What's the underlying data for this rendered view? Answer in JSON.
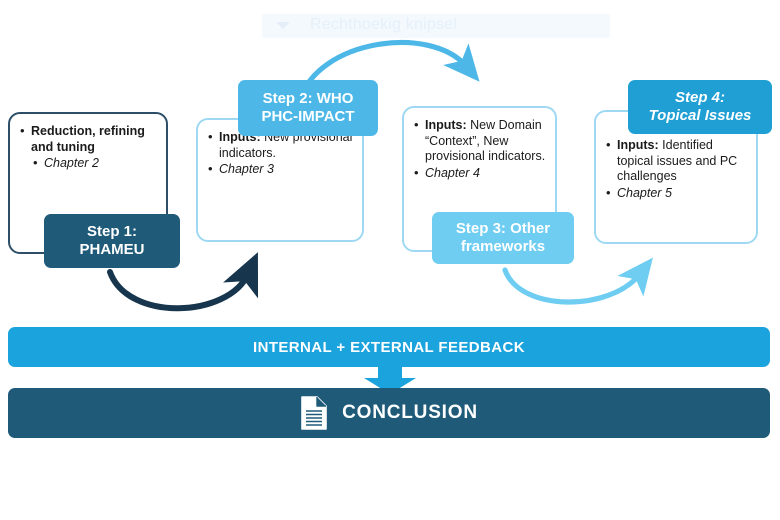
{
  "ghost": {
    "label": "Rechthoekig knipsel",
    "caret_icon": "chevron-down-icon"
  },
  "colors": {
    "dark_navy": "#215a76",
    "step1_badge": "#1f5b79",
    "step2_badge": "#4db8e8",
    "step3_badge": "#6fcdf2",
    "step4_badge": "#1f9fd4",
    "bar_feedback": "#1ba3dd",
    "bar_conclusion": "#1f5b79",
    "arrow_dark": "#17364d",
    "arrow_mid": "#4db8e8",
    "arrow_light": "#6fcdf2",
    "border_dark": "#2d4f68",
    "border_light": "#9ed8f3"
  },
  "boxes": [
    {
      "name": "box-step-1",
      "border": "dark",
      "items": [
        {
          "text": "Reduction, refining and tuning",
          "style": "bold",
          "indent": false
        },
        {
          "text": "Chapter 2",
          "style": "italic",
          "indent": true
        }
      ]
    },
    {
      "name": "box-step-2",
      "border": "light",
      "items": [
        {
          "lead": "Inputs:",
          "text": " New provisional indicators.",
          "style": "lead",
          "indent": false
        },
        {
          "text": "Chapter 3",
          "style": "italic",
          "indent": false
        }
      ]
    },
    {
      "name": "box-step-3",
      "border": "light",
      "items": [
        {
          "lead": "Inputs:",
          "text": " New Domain “Context”, New provisional indicators.",
          "style": "lead",
          "indent": false
        },
        {
          "text": "Chapter 4",
          "style": "italic",
          "indent": false
        }
      ]
    },
    {
      "name": "box-step-4",
      "border": "light",
      "items": [
        {
          "lead": "Inputs:",
          "text": " Identified topical issues and PC challenges",
          "style": "lead",
          "indent": false
        },
        {
          "text": "Chapter 5",
          "style": "italic",
          "indent": false
        }
      ]
    }
  ],
  "badges": [
    {
      "name": "badge-step-1",
      "line1": "Step 1:",
      "line2": "PHAMEU",
      "italic": false
    },
    {
      "name": "badge-step-2",
      "line1": "Step 2: WHO",
      "line2": "PHC-IMPACT",
      "italic": false
    },
    {
      "name": "badge-step-3",
      "line1": "Step 3: Other",
      "line2": "frameworks",
      "italic": false
    },
    {
      "name": "badge-step-4",
      "line1": "Step 4:",
      "line2": "Topical Issues",
      "italic": true
    }
  ],
  "bars": {
    "feedback": "INTERNAL + EXTERNAL FEEDBACK",
    "conclusion": "CONCLUSION",
    "conclusion_icon": "document-icon",
    "down_arrow_icon": "arrow-down-icon"
  },
  "arrows": [
    {
      "name": "arrow-step1-to-step2",
      "color": "#17364d",
      "direction": "up-right"
    },
    {
      "name": "arrow-step2-to-step3",
      "color": "#4db8e8",
      "direction": "down-right"
    },
    {
      "name": "arrow-step3-to-step4",
      "color": "#6fcdf2",
      "direction": "up-right"
    }
  ]
}
